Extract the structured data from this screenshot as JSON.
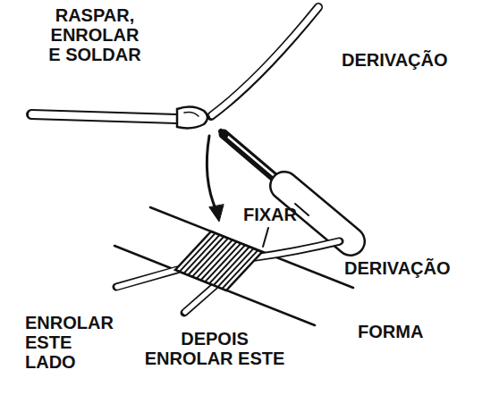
{
  "diagram": {
    "labels": [
      "RASPAR, ENROLAR E SOLDAR",
      "DERIVAÇÃO",
      "FIXAR",
      "DERIVAÇÃO",
      "ENROLAR ESTE LADO",
      "FORMA",
      "DEPOIS ENROLAR ESTE"
    ]
  }
}
